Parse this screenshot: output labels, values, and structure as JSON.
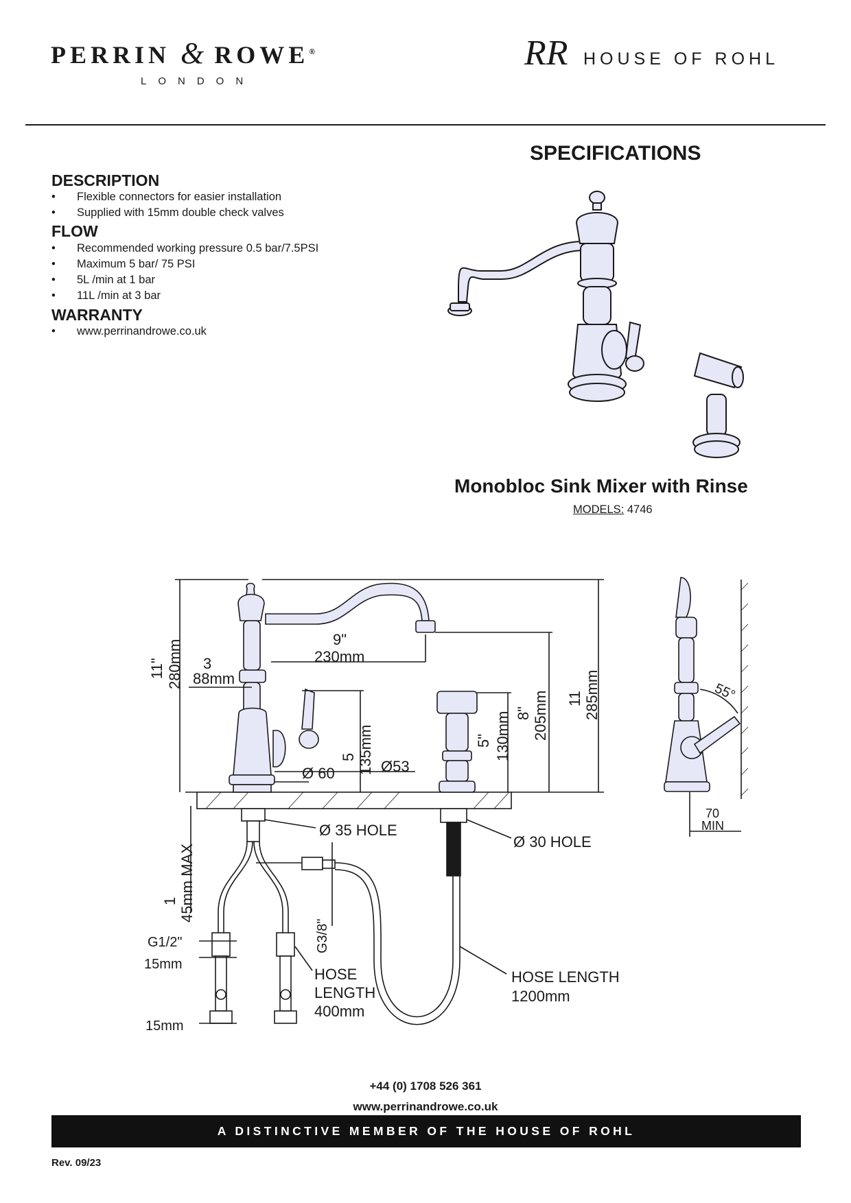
{
  "header": {
    "brand_left": "PERRIN",
    "brand_amp": "&",
    "brand_right": "ROWE",
    "brand_reg": "®",
    "brand_sub": "LONDON",
    "rohl_monogram": "RR",
    "rohl_text": "HOUSE OF ROHL"
  },
  "spec_title": "SPECIFICATIONS",
  "sections": {
    "description": {
      "heading": "DESCRIPTION",
      "items": [
        "Flexible connectors for easier installation",
        "Supplied with 15mm double check valves"
      ]
    },
    "flow": {
      "heading": "FLOW",
      "items": [
        "Recommended working pressure 0.5 bar/7.5PSI",
        "Maximum 5 bar/ 75 PSI",
        "5L /min at 1 bar",
        "11L /min at 3 bar"
      ]
    },
    "warranty": {
      "heading": "WARRANTY",
      "items": [
        "www.perrinandrowe.co.uk"
      ]
    }
  },
  "product": {
    "title": "Monobloc Sink Mixer with Rinse",
    "models_label": "MODELS:",
    "models_value": "4746"
  },
  "dims": {
    "height_in": "11\"",
    "height_mm": "280mm",
    "spout_in": "9\"",
    "spout_mm": "230mm",
    "body_in": "3",
    "body_mm": "88mm",
    "handle_in": "5",
    "handle_mm": "135mm",
    "base_dia": "Ø 60",
    "rinse_dia": "Ø53",
    "rinse_in": "5\"",
    "rinse_mm": "130mm",
    "outlet_in": "8\"",
    "outlet_mm": "205mm",
    "total_in": "11",
    "total_mm": "285mm",
    "hole_35": "Ø 35 HOLE",
    "hole_30": "Ø 30 HOLE",
    "max_in": "1",
    "max_mm": "45mm MAX",
    "g38": "G3/8\"",
    "g12": "G1/2\"",
    "mm15a": "15mm",
    "mm15b": "15mm",
    "hose1": "HOSE",
    "hose1b": "LENGTH",
    "hose1c": "400mm",
    "hose2": "HOSE LENGTH",
    "hose2b": "1200mm",
    "angle": "55°",
    "min_val": "70",
    "min_lbl": "MIN"
  },
  "footer": {
    "phone": "+44 (0) 1708 526 361",
    "website": "www.perrinandrowe.co.uk",
    "tagline": "A DISTINCTIVE MEMBER OF THE HOUSE OF ROHL",
    "revision": "Rev. 09/23"
  },
  "colors": {
    "render_fill": "#e6e8f8",
    "ink": "#1a1a1a"
  }
}
